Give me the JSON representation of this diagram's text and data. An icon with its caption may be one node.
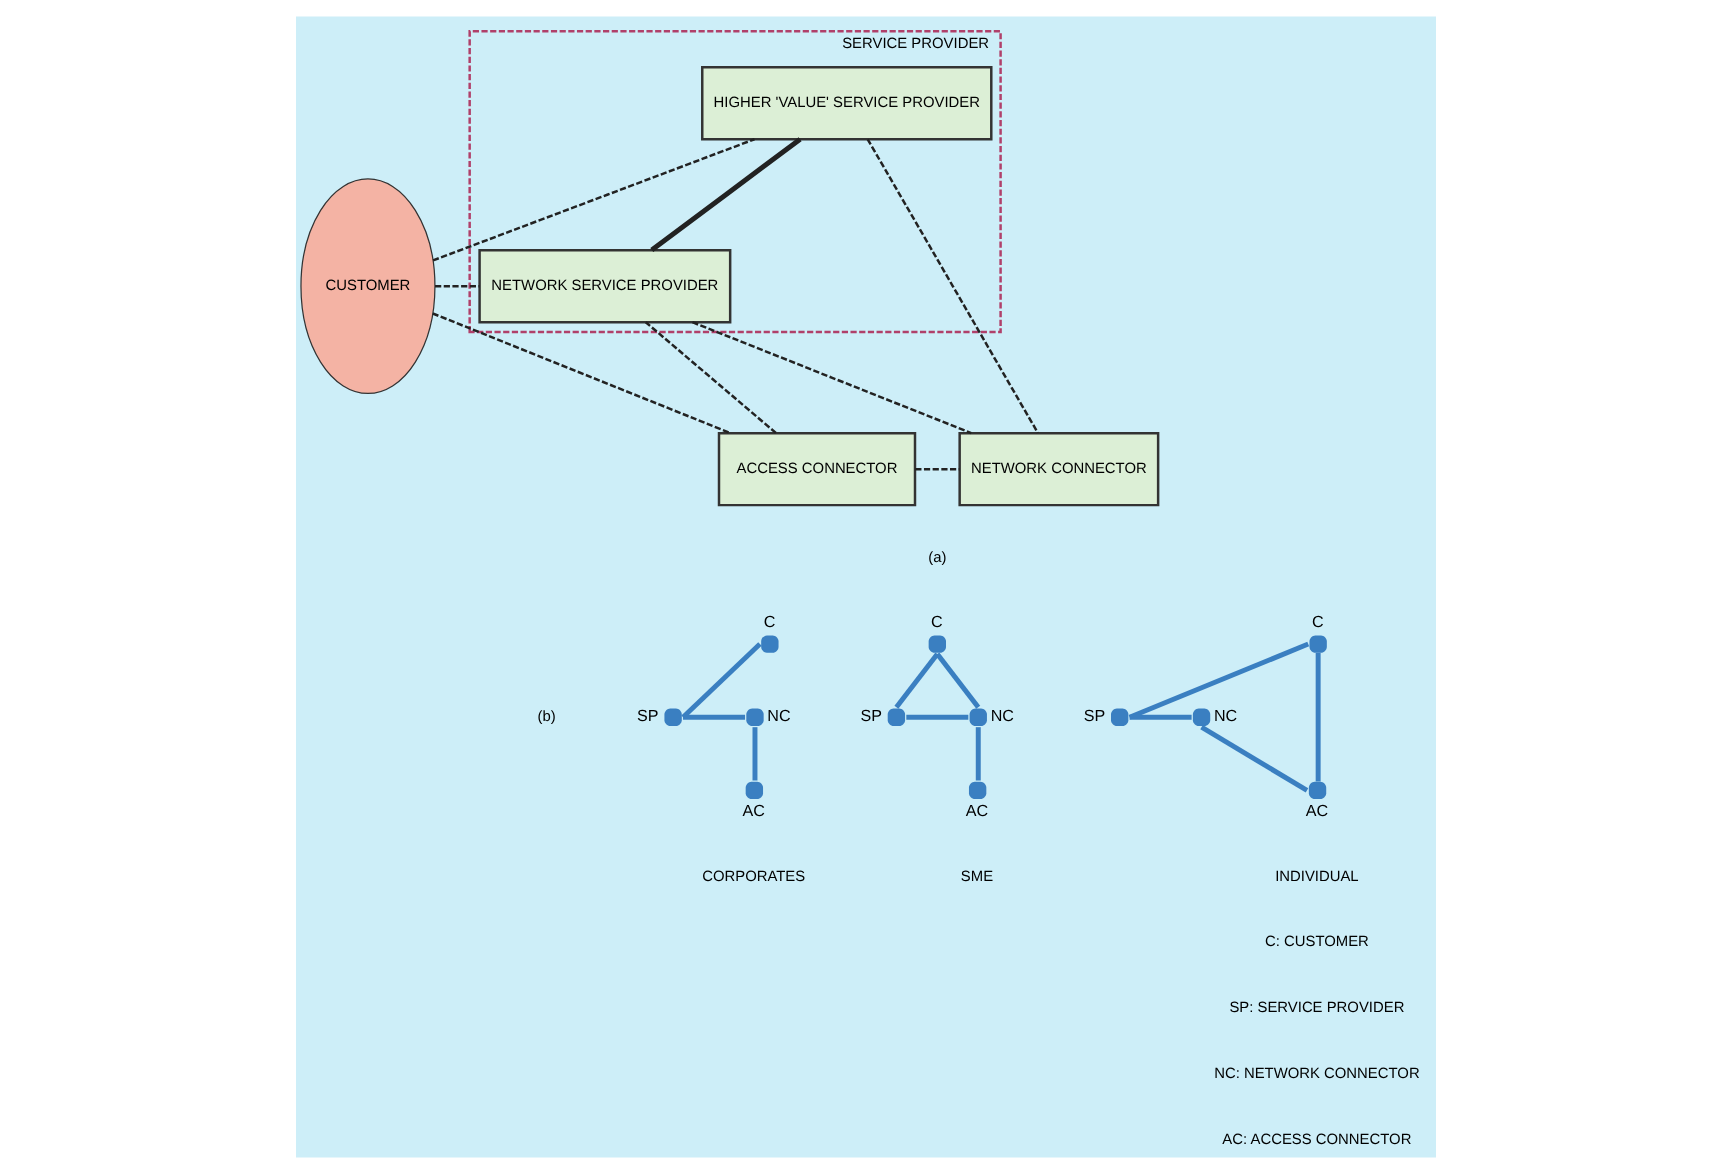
{
  "diagram": {
    "nodes": [
      {
        "text": [
          "CUSTOMER"
        ]
      },
      {
        "text": [
          "SERVICE PROVIDER"
        ]
      },
      {
        "text": [
          "HIGHER 'VALUE' SERVICE PROVIDER"
        ],
        "in": 1
      },
      {
        "text": [
          "NETWORK SERVICE PROVIDER"
        ],
        "in": 1
      },
      {
        "text": [
          "ACCESS CONNECTOR"
        ]
      },
      {
        "text": [
          "NETWORK CONNECTOR"
        ]
      },
      {
        "text": [],
        "shape": "circle",
        "beside": [
          "C"
        ]
      },
      {
        "text": [],
        "shape": "circle",
        "beside": [
          "SP"
        ]
      },
      {
        "text": [],
        "shape": "circle",
        "beside": [
          "NC"
        ]
      },
      {
        "text": [],
        "shape": "circle",
        "beside": [
          "AC"
        ]
      },
      {
        "text": [],
        "shape": "circle",
        "beside": [
          "C"
        ]
      },
      {
        "text": [],
        "shape": "circle",
        "beside": [
          "SP"
        ]
      },
      {
        "text": [],
        "shape": "circle",
        "beside": [
          "NC"
        ]
      },
      {
        "text": [],
        "shape": "circle",
        "beside": [
          "AC"
        ]
      },
      {
        "text": [],
        "shape": "circle",
        "beside": [
          "C"
        ]
      },
      {
        "text": [],
        "shape": "circle",
        "beside": [
          "SP"
        ]
      },
      {
        "text": [],
        "shape": "circle",
        "beside": [
          "NC"
        ]
      },
      {
        "text": [],
        "shape": "circle",
        "beside": [
          "AC"
        ]
      }
    ],
    "edges": [
      {
        "from": 0,
        "to": 2,
        "arrow": "none",
        "style": "dashed",
        "color": "#222222"
      },
      {
        "from": 0,
        "to": 3,
        "arrow": "none",
        "style": "dashed",
        "color": "#222222"
      },
      {
        "from": 0,
        "to": 4,
        "arrow": "none",
        "style": "dashed",
        "color": "#222222"
      },
      {
        "from": 3,
        "to": 2,
        "arrow": "none",
        "color": "#222222"
      },
      {
        "from": 4,
        "to": 3,
        "arrow": "none",
        "style": "dashed",
        "color": "#222222"
      },
      {
        "from": 3,
        "to": 5,
        "arrow": "none",
        "style": "dashed",
        "color": "#222222"
      },
      {
        "from": 2,
        "to": 5,
        "arrow": "none",
        "style": "dashed",
        "color": "#222222"
      },
      {
        "from": 4,
        "to": 5,
        "arrow": "none",
        "style": "dashed",
        "color": "#222222"
      },
      {
        "from": 6,
        "to": 7,
        "arrow": "none"
      },
      {
        "from": 7,
        "to": 8,
        "arrow": "none"
      },
      {
        "from": 8,
        "to": 9,
        "arrow": "none"
      },
      {
        "from": 10,
        "to": 11,
        "arrow": "none"
      },
      {
        "from": 10,
        "to": 12,
        "arrow": "none"
      },
      {
        "from": 11,
        "to": 12,
        "arrow": "none"
      },
      {
        "from": 12,
        "to": 13,
        "arrow": "none"
      },
      {
        "from": 14,
        "to": 15,
        "arrow": "none"
      },
      {
        "from": 14,
        "to": 17,
        "arrow": "none"
      },
      {
        "from": 15,
        "to": 16,
        "arrow": "none"
      },
      {
        "from": 16,
        "to": 17,
        "arrow": "none"
      }
    ],
    "labels": [
      "(a)",
      "(b)",
      "CORPORATES",
      "SME",
      "INDIVIDUAL",
      "C: CUSTOMER",
      "SP: SERVICE PROVIDER",
      "NC: NETWORK CONNECTOR",
      "AC: ACCESS CONNECTOR"
    ]
  }
}
